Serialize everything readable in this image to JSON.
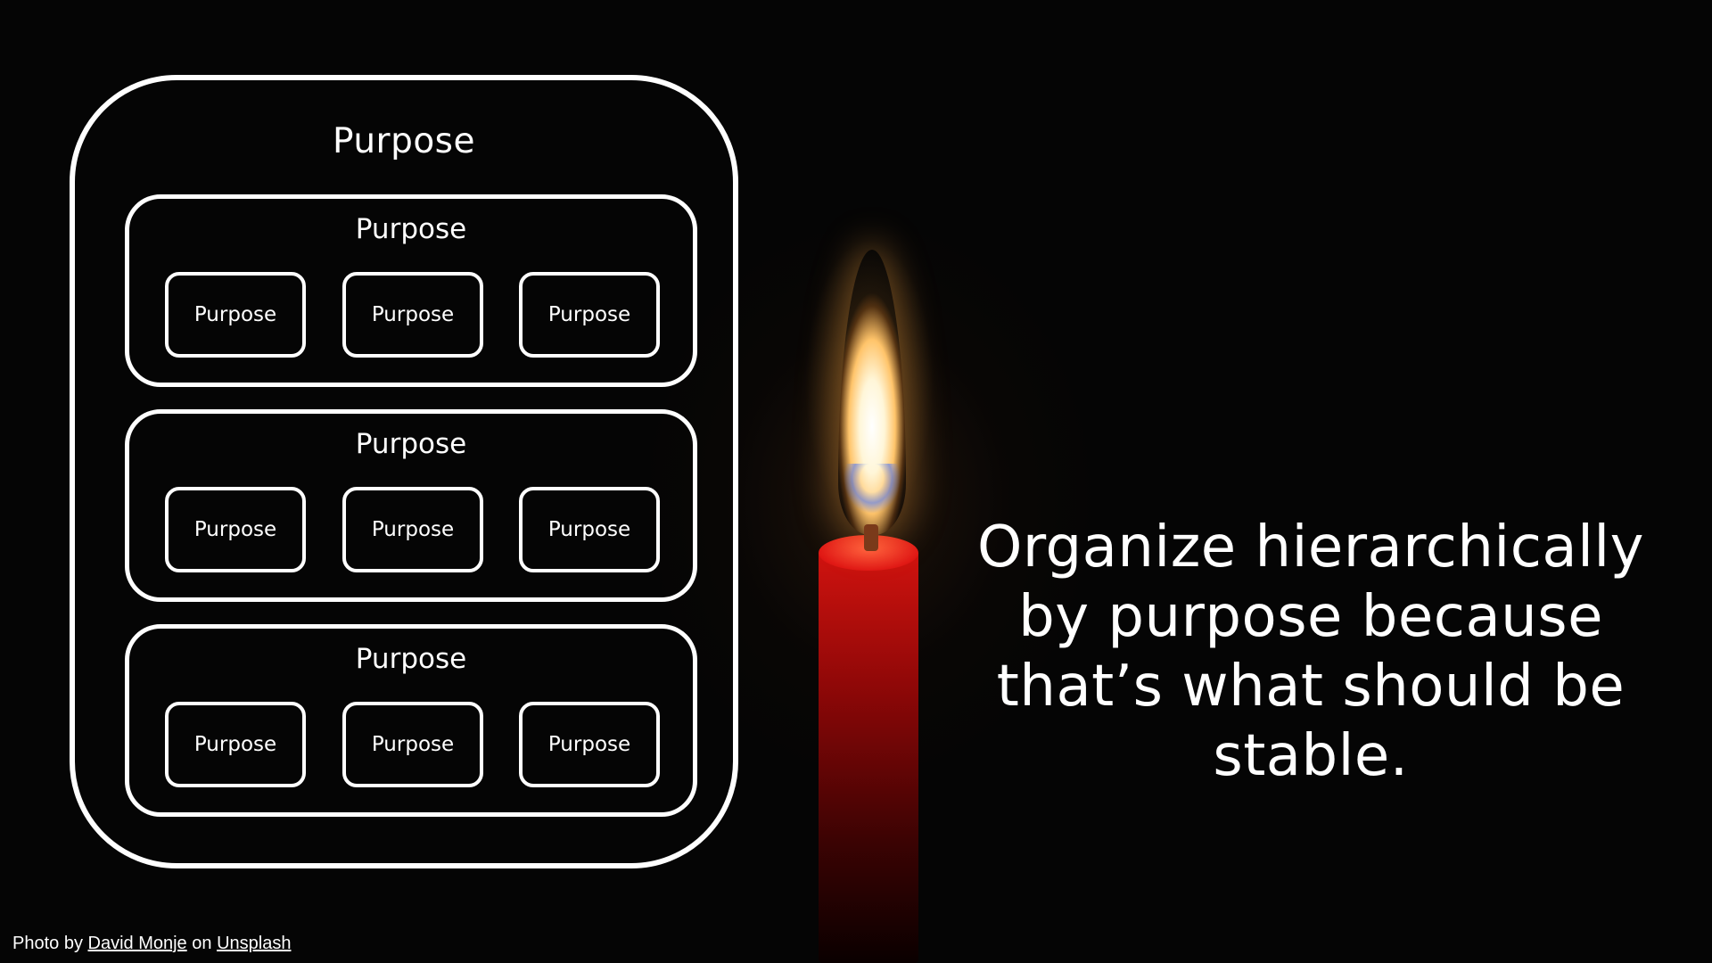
{
  "diagram": {
    "outer_label": "Purpose",
    "groups": [
      {
        "label": "Purpose",
        "items": [
          "Purpose",
          "Purpose",
          "Purpose"
        ]
      },
      {
        "label": "Purpose",
        "items": [
          "Purpose",
          "Purpose",
          "Purpose"
        ]
      },
      {
        "label": "Purpose",
        "items": [
          "Purpose",
          "Purpose",
          "Purpose"
        ]
      }
    ]
  },
  "headline": "Organize hierarchically by purpose because that’s what should be stable.",
  "credit": {
    "prefix": "Photo by",
    "author": "David Monje",
    "middle": "on",
    "source": "Unsplash"
  },
  "colors": {
    "background": "#000000",
    "foreground": "#ffffff",
    "candle": "#d0130f",
    "flame": "#ffc46a"
  }
}
